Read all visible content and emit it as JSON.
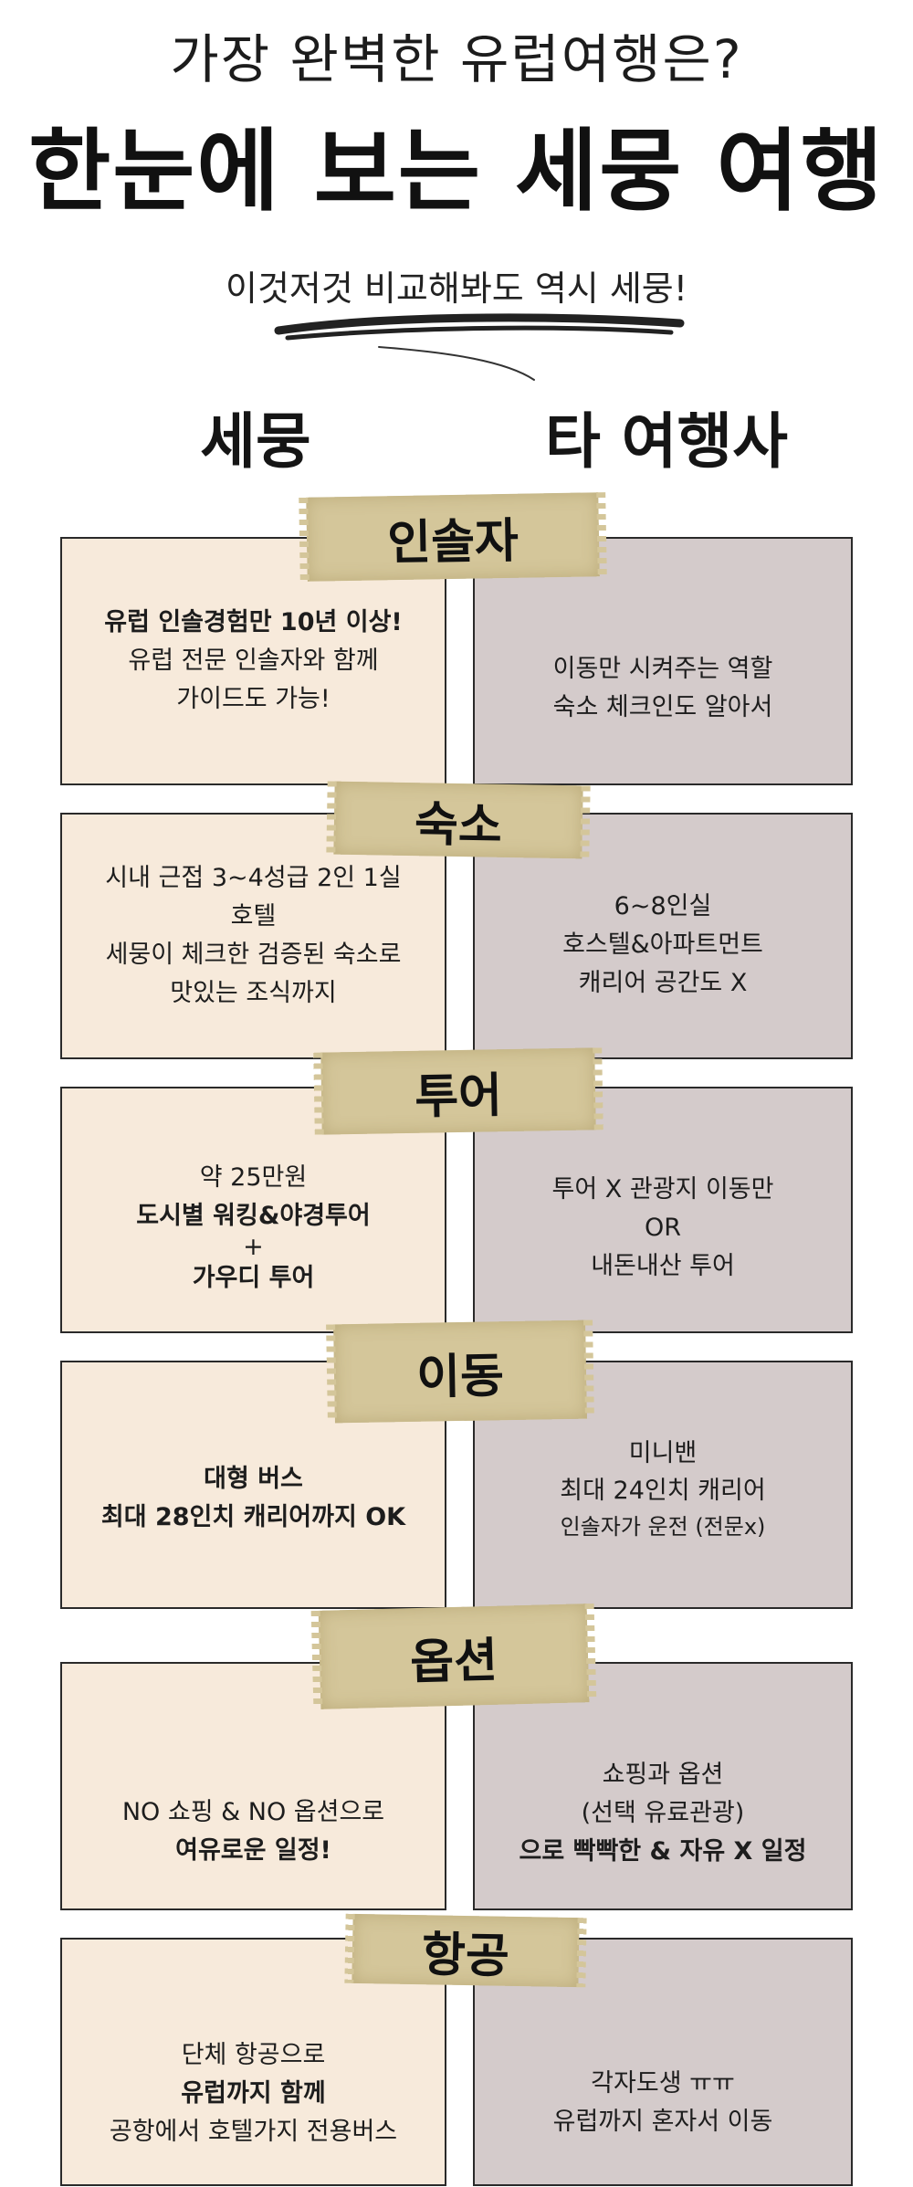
{
  "header": {
    "subtitle": "가장 완벽한 유럽여행은?",
    "title": "한눈에 보는 세뭉 여행",
    "tagline": "이것저것 비교해봐도 역시 세뭉!"
  },
  "columns": {
    "left": "세뭉",
    "right": "타 여행사"
  },
  "rows": [
    {
      "label": "인솔자",
      "left": [
        "유럽 인솔경험만 10년 이상!",
        "유럽 전문 인솔자와 함께",
        "가이드도 가능!"
      ],
      "right": [
        "이동만 시켜주는 역할",
        "숙소 체크인도 알아서"
      ]
    },
    {
      "label": "숙소",
      "left": [
        "시내 근접 3~4성급 2인 1실",
        "호텔",
        "세뭉이 체크한 검증된 숙소로",
        "맛있는 조식까지"
      ],
      "right": [
        "6~8인실",
        "호스텔&아파트먼트",
        "캐리어 공간도 X"
      ]
    },
    {
      "label": "투어",
      "left": [
        "약 25만원",
        "도시별 워킹&야경투어",
        "+",
        "가우디 투어"
      ],
      "right": [
        "투어 X 관광지 이동만",
        "OR",
        "내돈내산 투어"
      ]
    },
    {
      "label": "이동",
      "left": [
        "대형 버스",
        "최대 28인치 캐리어까지 OK"
      ],
      "right": [
        "미니밴",
        "최대 24인치 캐리어",
        "인솔자가 운전 (전문x)"
      ]
    },
    {
      "label": "옵션",
      "left": [
        "NO 쇼핑 & NO 옵션으로",
        "여유로운 일정!"
      ],
      "right": [
        "쇼핑과 옵션",
        "(선택 유료관광)",
        "으로 빡빡한 & 자유 X 일정"
      ]
    },
    {
      "label": "항공",
      "left": [
        "단체 항공으로",
        "유럽까지 함께",
        "공항에서 호텔가지 전용버스"
      ],
      "right": [
        "각자도생 ㅠㅠ",
        "유럽까지 혼자서 이동"
      ]
    }
  ]
}
